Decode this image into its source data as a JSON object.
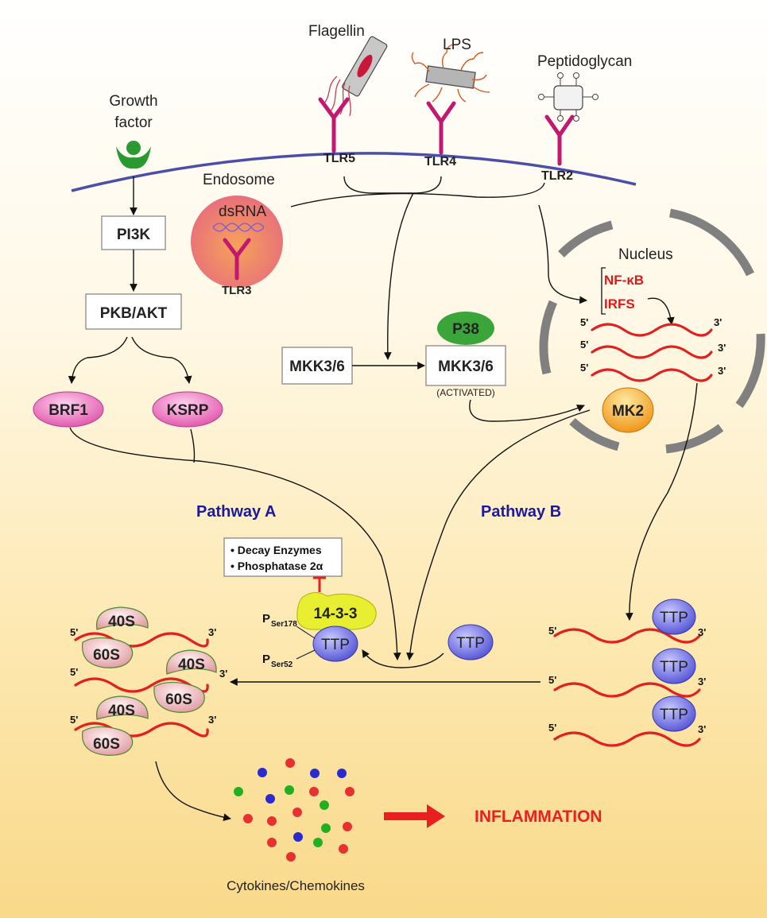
{
  "labels": {
    "flagellin": "Flagellin",
    "lps": "LPS",
    "peptidoglycan": "Peptidoglycan",
    "growth_factor_line1": "Growth",
    "growth_factor_line2": "factor",
    "tlr5": "TLR5",
    "tlr4": "TLR4",
    "tlr2": "TLR2",
    "endosome": "Endosome",
    "dsrna": "dsRNA",
    "tlr3": "TLR3",
    "pi3k": "PI3K",
    "pkb_akt": "PKB/AKT",
    "brf1": "BRF1",
    "ksrp": "KSRP",
    "nucleus": "Nucleus",
    "nfkb": "NF-κB",
    "irfs": "IRFS",
    "p38": "P38",
    "mkk36": "MKK3/6",
    "mkk36_active": "MKK3/6",
    "activated": "(ACTIVATED)",
    "mk2": "MK2",
    "pathway_a": "Pathway A",
    "pathway_b": "Pathway B",
    "decay_enzymes": "• Decay Enzymes",
    "phosphatase": "• Phosphatase 2α",
    "protein_1433": "14-3-3",
    "ttp": "TTP",
    "p_letter": "P",
    "ser178": "Ser178",
    "ser52": "Ser52",
    "ribo_40s": "40S",
    "ribo_60s": "60S",
    "five_prime": "5'",
    "three_prime": "3'",
    "inflammation": "INFLAMMATION",
    "cytokines": "Cytokines/Chemokines"
  },
  "colors": {
    "membrane": "#4b4fa8",
    "receptor": "#c2186f",
    "rna": "#e32020",
    "pathway_text": "#1a1aa0",
    "inflammation": "#e82020",
    "nucleus_factor": "#e01818",
    "p38": "#3aa63a",
    "mk2": "#f0a020",
    "ttp": "#6b6be0",
    "brf_ksrp": "#e060b0",
    "protein_1433": "#e8ee30",
    "dot_red": "#e83030",
    "dot_green": "#20b020",
    "dot_blue": "#2a2ad0"
  }
}
